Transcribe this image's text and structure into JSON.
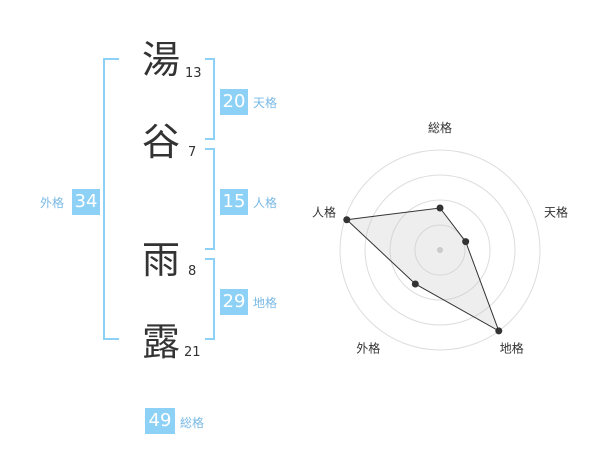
{
  "name": {
    "chars": [
      {
        "kanji": "湯",
        "strokes": "13"
      },
      {
        "kanji": "谷",
        "strokes": "7"
      },
      {
        "kanji": "雨",
        "strokes": "8"
      },
      {
        "kanji": "露",
        "strokes": "21"
      }
    ]
  },
  "kakusu": {
    "ten": {
      "value": "20",
      "label": "天格"
    },
    "jin": {
      "value": "15",
      "label": "人格"
    },
    "chi": {
      "value": "29",
      "label": "地格"
    },
    "gai": {
      "value": "34",
      "label": "外格"
    },
    "sou": {
      "value": "49",
      "label": "総格"
    }
  },
  "colors": {
    "accent": "#8ed1f6",
    "label": "#79b9e6",
    "text": "#333333"
  },
  "chart_data": {
    "type": "radar",
    "axes": [
      "総格",
      "天格",
      "地格",
      "外格",
      "人格"
    ],
    "values": [
      0.42,
      0.27,
      1.0,
      0.42,
      0.98
    ],
    "range": [
      0,
      1
    ],
    "rings": 4,
    "fill": "#eeeeee",
    "stroke": "#333333"
  }
}
